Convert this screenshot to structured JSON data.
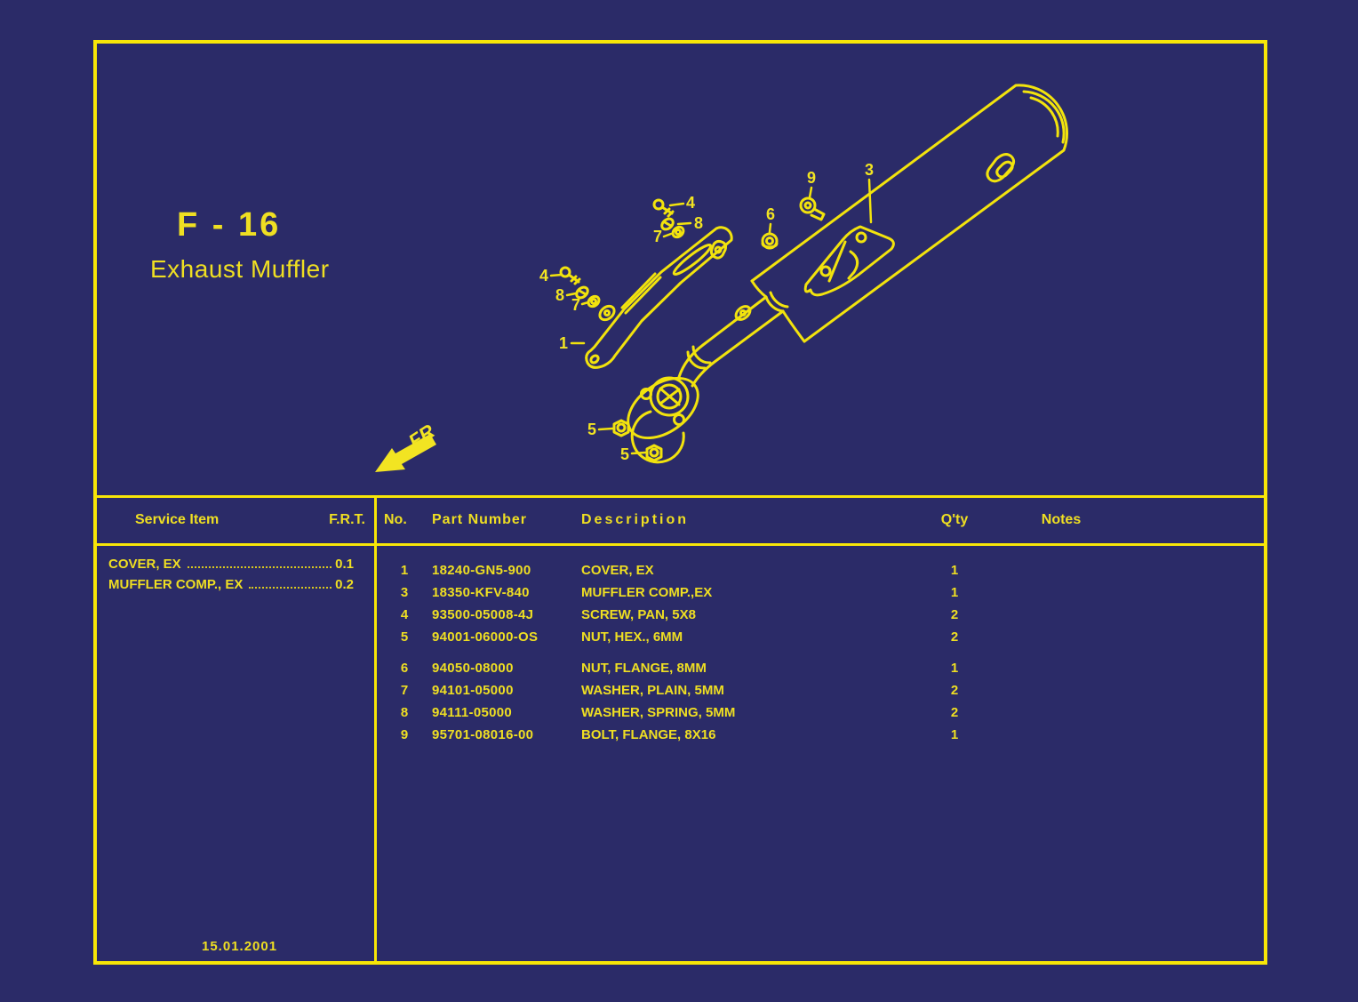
{
  "page": {
    "code": "F - 16",
    "title": "Exhaust Muffler",
    "date": "15.01.2001",
    "fr_label": "FR"
  },
  "colors": {
    "background": "#2B2B68",
    "accent_yellow": "#F8E607"
  },
  "diagram": {
    "callouts": [
      {
        "label": "9"
      },
      {
        "label": "3"
      },
      {
        "label": "6"
      },
      {
        "label": "4"
      },
      {
        "label": "8"
      },
      {
        "label": "7"
      },
      {
        "label": "4"
      },
      {
        "label": "8"
      },
      {
        "label": "7"
      },
      {
        "label": "1"
      },
      {
        "label": "5"
      },
      {
        "label": "5"
      }
    ]
  },
  "service_table": {
    "headers": {
      "item": "Service Item",
      "frt": "F.R.T."
    },
    "rows": [
      {
        "item": "COVER, EX",
        "frt": "0.1"
      },
      {
        "item": "MUFFLER COMP., EX",
        "frt": "0.2"
      }
    ]
  },
  "parts_table": {
    "headers": {
      "no": "No.",
      "part_number": "Part Number",
      "description": "Description",
      "qty": "Q'ty",
      "notes": "Notes"
    },
    "rows": [
      {
        "no": "1",
        "part_number": "18240-GN5-900",
        "description": "COVER, EX",
        "qty": "1",
        "notes": ""
      },
      {
        "no": "3",
        "part_number": "18350-KFV-840",
        "description": "MUFFLER COMP.,EX",
        "qty": "1",
        "notes": ""
      },
      {
        "no": "4",
        "part_number": "93500-05008-4J",
        "description": "SCREW, PAN, 5X8",
        "qty": "2",
        "notes": ""
      },
      {
        "no": "5",
        "part_number": "94001-06000-OS",
        "description": "NUT, HEX., 6MM",
        "qty": "2",
        "notes": ""
      },
      {
        "no": "6",
        "part_number": "94050-08000",
        "description": "NUT, FLANGE, 8MM",
        "qty": "1",
        "notes": ""
      },
      {
        "no": "7",
        "part_number": "94101-05000",
        "description": "WASHER, PLAIN, 5MM",
        "qty": "2",
        "notes": ""
      },
      {
        "no": "8",
        "part_number": "94111-05000",
        "description": "WASHER, SPRING, 5MM",
        "qty": "2",
        "notes": ""
      },
      {
        "no": "9",
        "part_number": "95701-08016-00",
        "description": "BOLT, FLANGE, 8X16",
        "qty": "1",
        "notes": ""
      }
    ]
  }
}
